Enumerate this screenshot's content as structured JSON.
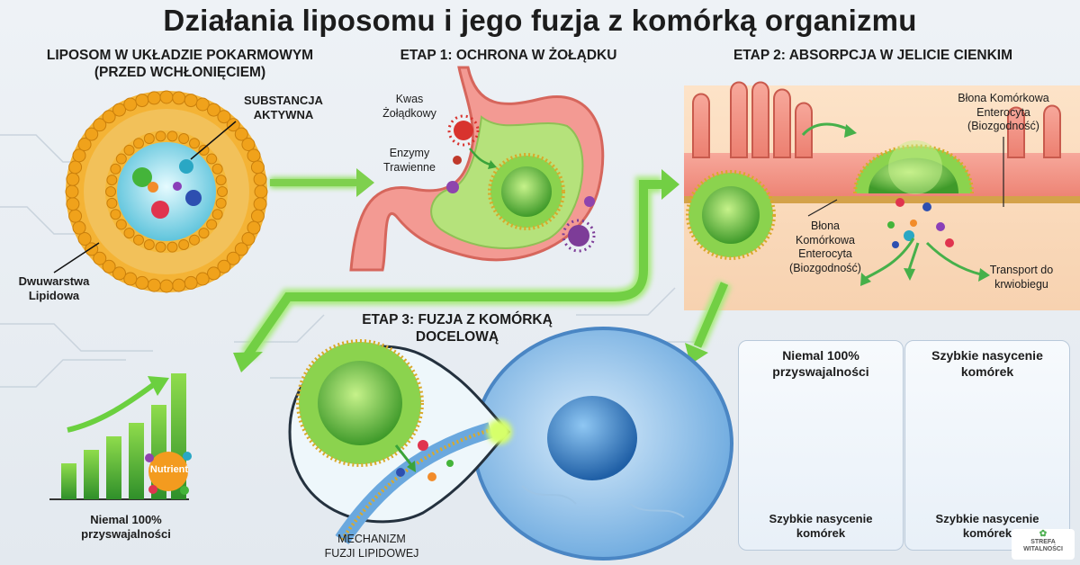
{
  "title": "Działania liposomu i jego fuzja z komórką organizmu",
  "sections": {
    "intro": {
      "line1": "LIPOSOM W UKŁADZIE POKARMOWYM",
      "line2": "(PRZED WCHŁONIĘCIEM)"
    },
    "stage1": "ETAP 1: OCHRONA W ŻOŁĄDKU",
    "stage2": "ETAP 2: ABSORPCJA W JELICIE CIENKIM",
    "stage3": {
      "line1": "ETAP 3: FUZJA Z KOMÓRKĄ",
      "line2": "DOCELOWĄ"
    }
  },
  "labels": {
    "active_substance": {
      "line1": "SUBSTANCJA",
      "line2": "AKTYWNA"
    },
    "bilayer": {
      "line1": "Dwuwarstwa",
      "line2": "Lipidowa"
    },
    "stomach_acid": {
      "line1": "Kwas",
      "line2": "Żołądkowy"
    },
    "enzymes": {
      "line1": "Enzymy",
      "line2": "Trawienne"
    },
    "membrane_top": {
      "line1": "Błona Komórkowa",
      "line2": "Enterocyta",
      "line3": "(Biozgodność)"
    },
    "membrane_bottom": {
      "line1": "Błona",
      "line2": "Komórkowa",
      "line3": "Enterocyta",
      "line4": "(Biozgodność)"
    },
    "transport": {
      "line1": "Transport do",
      "line2": "krwiobiegu"
    },
    "fusion": {
      "line1": "MECHANIZM",
      "line2": "FUZJI LIPIDOWEJ"
    },
    "nutrient": "Nutrient"
  },
  "left_chart": {
    "caption": {
      "line1": "Niemal 100%",
      "line2": "przyswajalności"
    }
  },
  "panels": {
    "absorption": {
      "title": {
        "line1": "Niemal 100%",
        "line2": "przyswajalności"
      }
    },
    "saturation": {
      "title": {
        "line1": "Szybkie nasycenie",
        "line2": "komórek"
      }
    },
    "footer_left": {
      "line1": "Szybkie nasycenie",
      "line2": "komórek"
    },
    "footer_right": {
      "line1": "Szybkie nasycenie",
      "line2": "komórek"
    }
  },
  "logo": {
    "line1": "STREFA",
    "line2": "WITALNOŚCI"
  },
  "colors": {
    "lipid_head": "#f0a21b",
    "green_membrane": "#5bb83a",
    "arrow_green": "#66d23c",
    "cell_blue": "#5b9bd5",
    "intestine": "#f08a7e"
  }
}
